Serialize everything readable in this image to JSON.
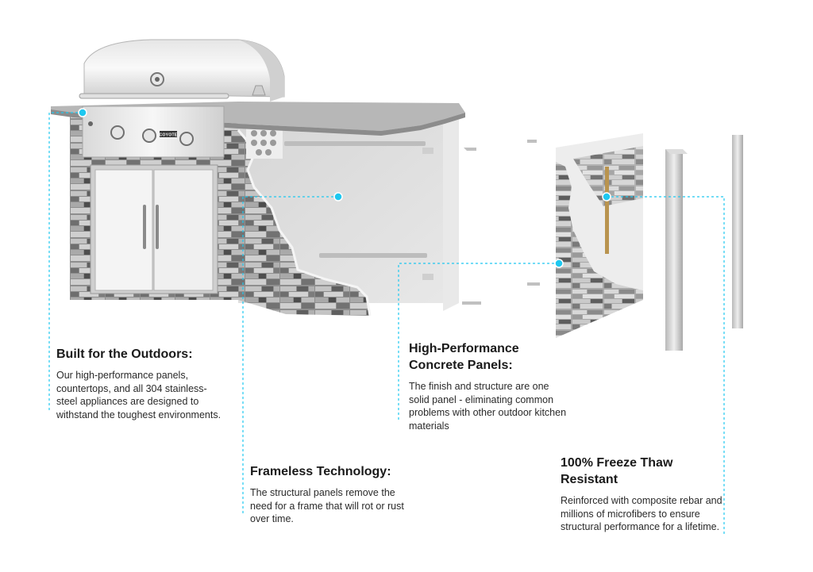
{
  "appliance": {
    "brand": "COYOTE"
  },
  "colors": {
    "accent": "#1ec8f0",
    "text": "#1a1a1a"
  },
  "callouts": {
    "outdoors": {
      "title": "Built for the Outdoors:",
      "body": "Our high-performance panels, countertops, and all 304 stainless-steel appliances are designed to withstand the toughest environments."
    },
    "frameless": {
      "title": "Frameless Technology:",
      "body": "The structural panels remove the need for a frame that will rot or rust over time."
    },
    "concrete": {
      "title": "High-Performance Concrete Panels:",
      "body": "The finish and structure are one solid panel - eliminating common problems with other outdoor kitchen materials"
    },
    "freeze": {
      "title": "100% Freeze Thaw Resistant",
      "body": "Reinforced with composite rebar and millions of microfibers to ensure structural performance for a lifetime."
    }
  }
}
